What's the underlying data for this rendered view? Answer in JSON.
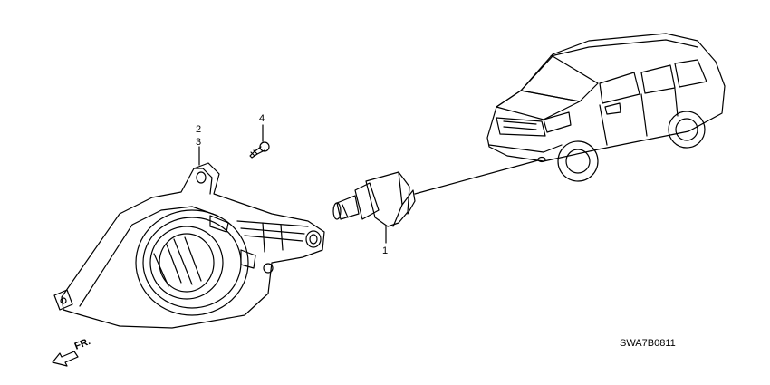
{
  "diagram": {
    "callouts": {
      "part_1": "1",
      "part_2": "2",
      "part_3": "3",
      "part_4": "4"
    },
    "direction_label": "FR.",
    "reference_code": "SWA7B0811"
  }
}
